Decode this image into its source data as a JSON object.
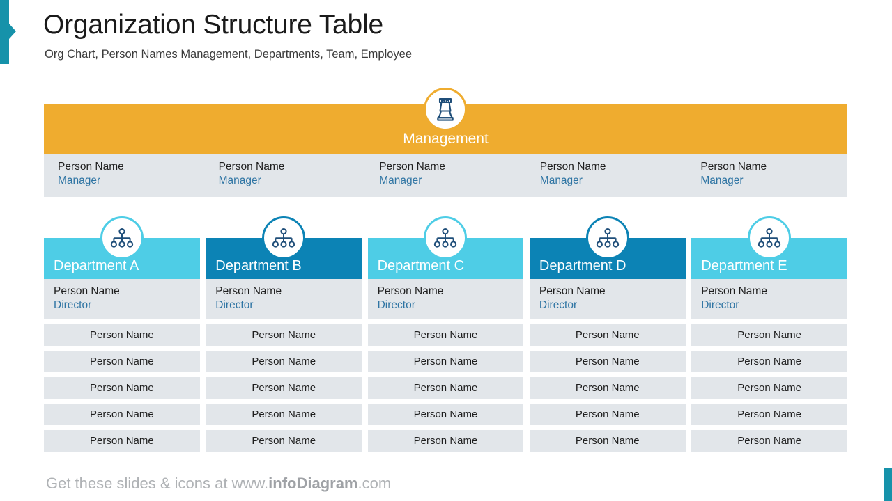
{
  "header": {
    "title": "Organization Structure Table",
    "subtitle": "Org Chart, Person Names Management, Departments, Team, Employee"
  },
  "management": {
    "label": "Management",
    "icon": "chess-rook-icon",
    "band_color": "#EFAC2F",
    "managers": [
      {
        "name": "Person Name",
        "role": "Manager"
      },
      {
        "name": "Person Name",
        "role": "Manager"
      },
      {
        "name": "Person Name",
        "role": "Manager"
      },
      {
        "name": "Person Name",
        "role": "Manager"
      },
      {
        "name": "Person Name",
        "role": "Manager"
      }
    ]
  },
  "departments": [
    {
      "title": "Department A",
      "theme": "light",
      "color": "#4ECDE6",
      "icon": "org-chart-icon",
      "director": {
        "name": "Person Name",
        "role": "Director"
      },
      "employees": [
        "Person Name",
        "Person Name",
        "Person Name",
        "Person Name",
        "Person Name"
      ]
    },
    {
      "title": "Department B",
      "theme": "dark",
      "color": "#0C83B5",
      "icon": "org-chart-icon",
      "director": {
        "name": "Person Name",
        "role": "Director"
      },
      "employees": [
        "Person Name",
        "Person Name",
        "Person Name",
        "Person Name",
        "Person Name"
      ]
    },
    {
      "title": "Department C",
      "theme": "light",
      "color": "#4ECDE6",
      "icon": "org-chart-icon",
      "director": {
        "name": "Person Name",
        "role": "Director"
      },
      "employees": [
        "Person Name",
        "Person Name",
        "Person Name",
        "Person Name",
        "Person Name"
      ]
    },
    {
      "title": "Department D",
      "theme": "dark",
      "color": "#0C83B5",
      "icon": "org-chart-icon",
      "director": {
        "name": "Person Name",
        "role": "Director"
      },
      "employees": [
        "Person Name",
        "Person Name",
        "Person Name",
        "Person Name",
        "Person Name"
      ]
    },
    {
      "title": "Department E",
      "theme": "light",
      "color": "#4ECDE6",
      "icon": "org-chart-icon",
      "director": {
        "name": "Person Name",
        "role": "Director"
      },
      "employees": [
        "Person Name",
        "Person Name",
        "Person Name",
        "Person Name",
        "Person Name"
      ]
    }
  ],
  "footer": {
    "prefix": "Get these slides & icons at www.",
    "brand": "infoDiagram",
    "suffix": ".com"
  },
  "accents": {
    "teal": "#1692AA",
    "row_background": "#E2E6EA",
    "role_text": "#2E74A3"
  }
}
